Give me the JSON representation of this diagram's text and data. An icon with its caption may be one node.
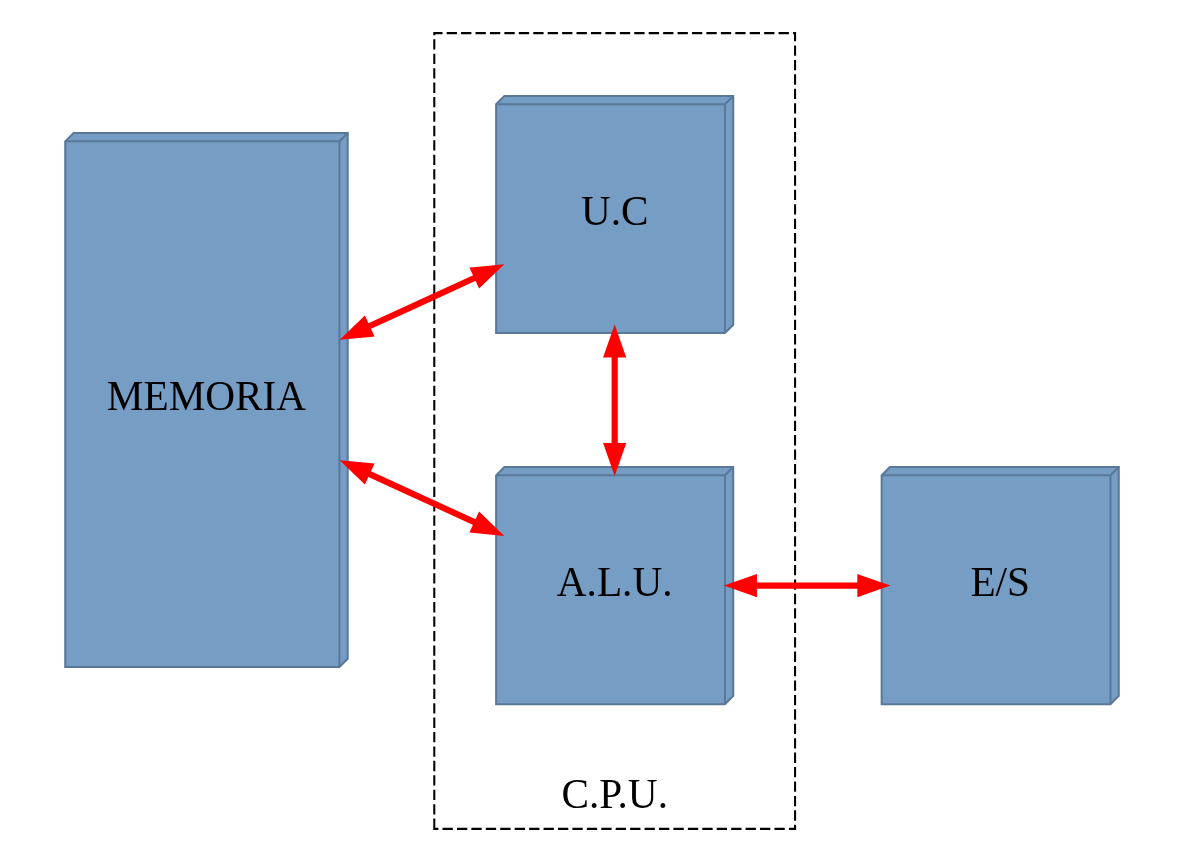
{
  "diagram": {
    "nodes": [
      {
        "text": [
          "C.P.U."
        ]
      },
      {
        "text": [
          "MEMORIA"
        ]
      },
      {
        "text": [
          "U.C"
        ],
        "in": 0
      },
      {
        "text": [
          "A.L.U."
        ],
        "in": 0
      },
      {
        "text": [
          "E/S"
        ]
      }
    ],
    "edges": [
      {
        "from": 1,
        "to": 2,
        "arrow": "both"
      },
      {
        "from": 1,
        "to": 3,
        "arrow": "both"
      },
      {
        "from": 2,
        "to": 3,
        "arrow": "both"
      },
      {
        "from": 3,
        "to": 4,
        "arrow": "both"
      }
    ]
  }
}
